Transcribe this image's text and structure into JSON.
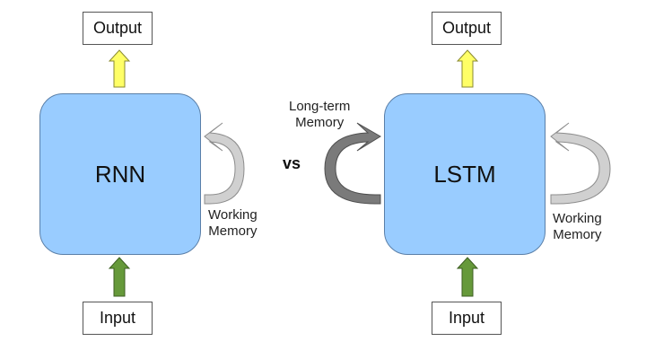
{
  "rnn": {
    "name": "RNN",
    "output_label": "Output",
    "input_label": "Input",
    "memory_label_line1": "Working",
    "memory_label_line2": "Memory"
  },
  "lstm": {
    "name": "LSTM",
    "output_label": "Output",
    "input_label": "Input",
    "long_term_label_line1": "Long-term",
    "long_term_label_line2": "Memory",
    "working_label_line1": "Working",
    "working_label_line2": "Memory"
  },
  "versus_label": "vs",
  "colors": {
    "cell_fill": "#99ccff",
    "output_arrow": "#ffff66",
    "input_arrow": "#66993a",
    "working_loop": "#d0d0d0",
    "long_term_loop": "#7a7a7a"
  },
  "icons": {
    "output_arrow": "up-arrow-icon",
    "input_arrow": "up-arrow-icon",
    "working_loop": "loop-arrow-icon",
    "long_term_loop": "loop-arrow-icon"
  }
}
